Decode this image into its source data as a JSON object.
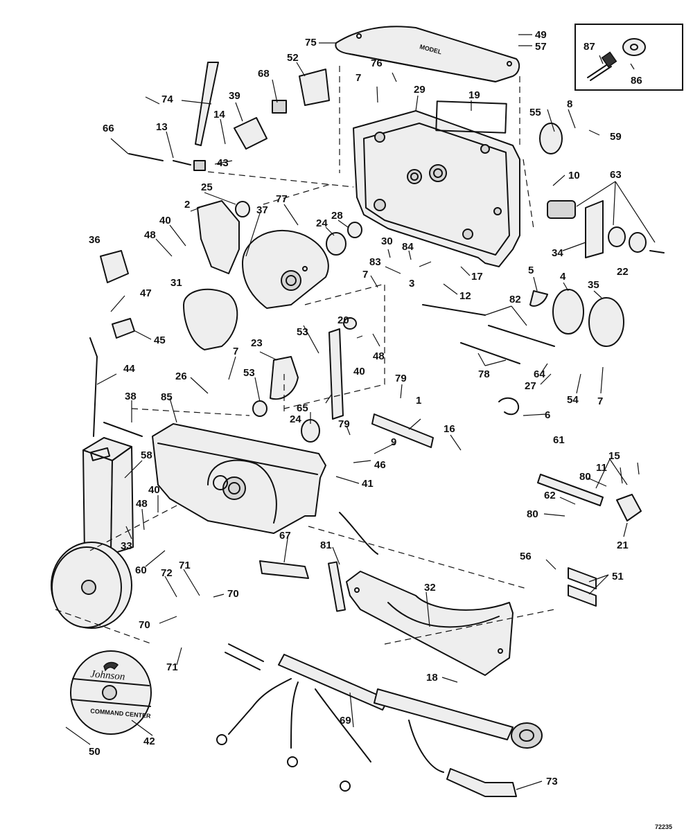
{
  "drawing_number": "72235",
  "disc_text": {
    "brand": "Johnson",
    "product": "COMMAND CENTER"
  },
  "callouts": {
    "c1": "1",
    "c2": "2",
    "c3": "3",
    "c4": "4",
    "c5": "5",
    "c6": "6",
    "c7": "7",
    "c8": "8",
    "c9": "9",
    "c10": "10",
    "c11": "11",
    "c12": "12",
    "c13": "13",
    "c14": "14",
    "c15": "15",
    "c16": "16",
    "c17": "17",
    "c18": "18",
    "c19": "19",
    "c20": "20",
    "c21": "21",
    "c22": "22",
    "c23": "23",
    "c24": "24",
    "c25": "25",
    "c26": "26",
    "c27": "27",
    "c28": "28",
    "c29": "29",
    "c30": "30",
    "c31": "31",
    "c32": "32",
    "c33": "33",
    "c34": "34",
    "c35": "35",
    "c36": "36",
    "c37": "37",
    "c38": "38",
    "c39": "39",
    "c40": "40",
    "c41": "41",
    "c42": "42",
    "c43": "43",
    "c44": "44",
    "c45": "45",
    "c46": "46",
    "c47": "47",
    "c48": "48",
    "c49": "49",
    "c50": "50",
    "c51": "51",
    "c52": "52",
    "c53": "53",
    "c54": "54",
    "c55": "55",
    "c56": "56",
    "c57": "57",
    "c58": "58",
    "c59": "59",
    "c60": "60",
    "c61": "61",
    "c62": "62",
    "c63": "63",
    "c64": "64",
    "c65": "65",
    "c66": "66",
    "c67": "67",
    "c68": "68",
    "c69": "69",
    "c70": "70",
    "c71": "71",
    "c72": "72",
    "c73": "73",
    "c74": "74",
    "c75": "75",
    "c76": "76",
    "c77": "77",
    "c78": "78",
    "c79": "79",
    "c80": "80",
    "c81": "81",
    "c82": "82",
    "c83": "83",
    "c84": "84",
    "c85": "85",
    "c86": "86",
    "c87": "87"
  }
}
